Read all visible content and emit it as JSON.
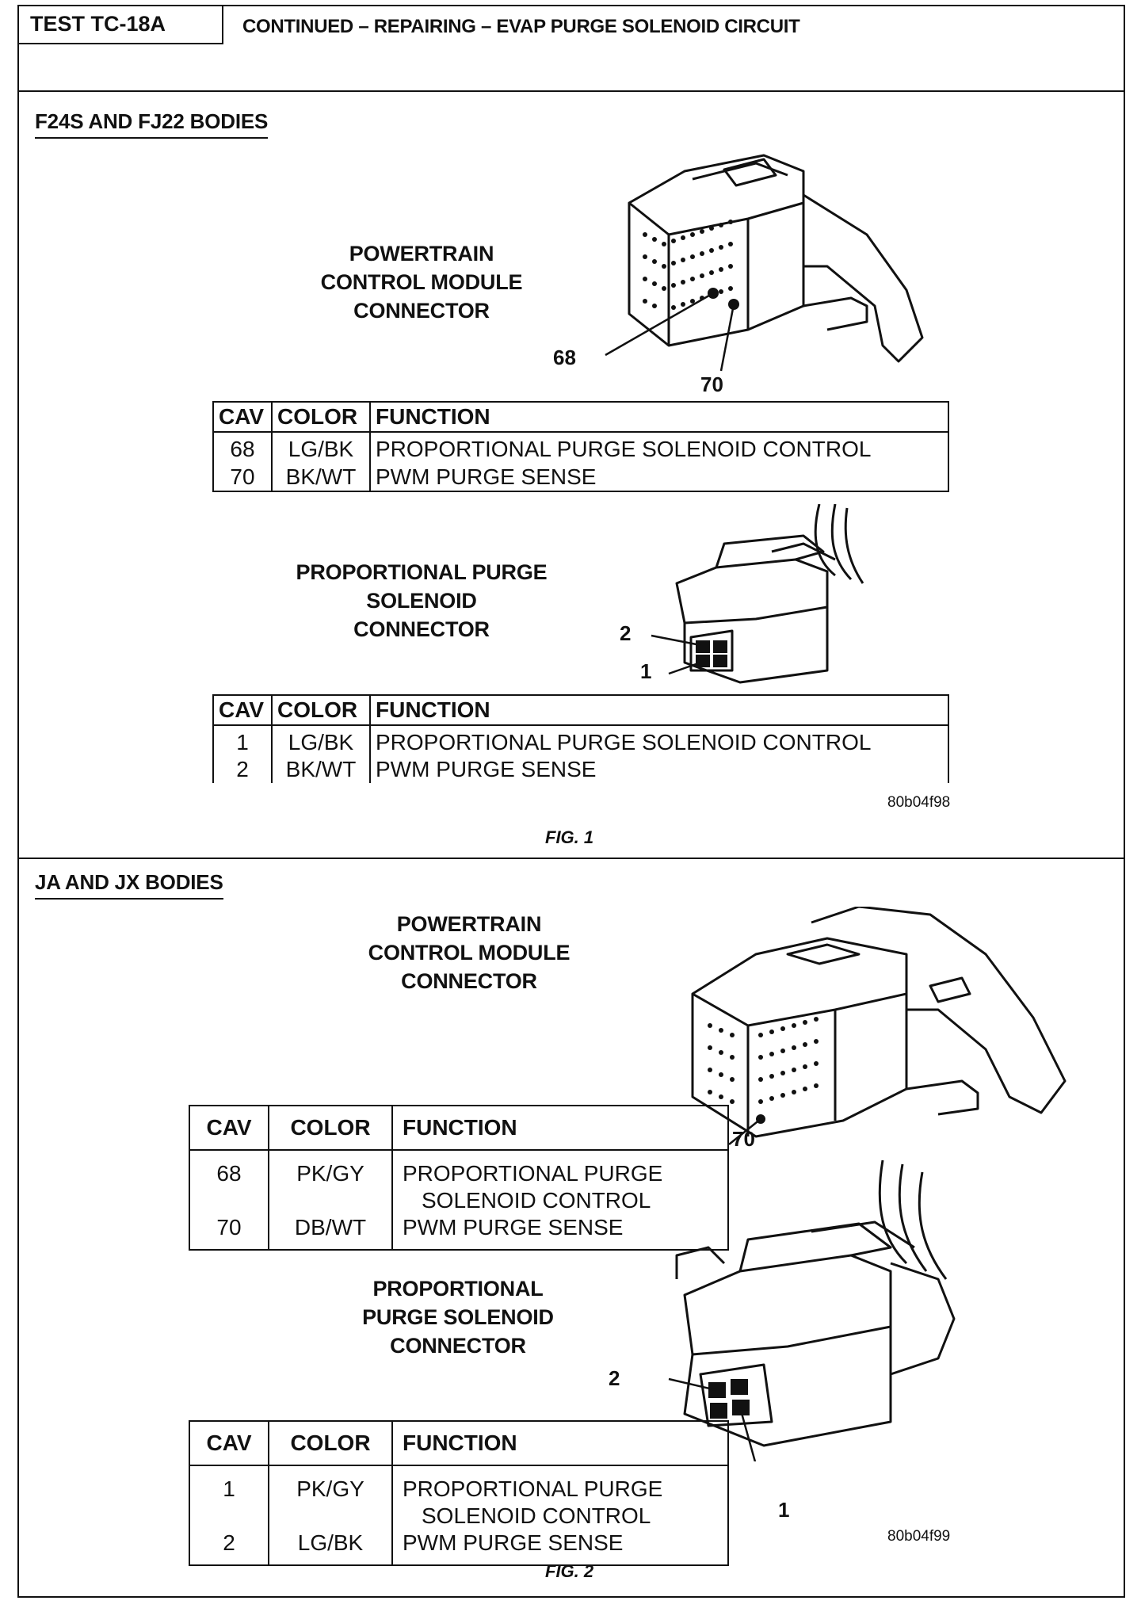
{
  "header": {
    "test_id": "TEST TC-18A",
    "title": "CONTINUED – REPAIRING – EVAP PURGE SOLENOID CIRCUIT"
  },
  "section1": {
    "title": "F24S AND FJ22 BODIES",
    "pcm_label": [
      "POWERTRAIN",
      "CONTROL MODULE",
      "CONNECTOR"
    ],
    "pcm_pins": [
      "68",
      "70"
    ],
    "pcm_table": {
      "headers": [
        "CAV",
        "COLOR",
        "FUNCTION"
      ],
      "rows": [
        [
          "68",
          "LG/BK",
          "PROPORTIONAL PURGE SOLENOID CONTROL"
        ],
        [
          "70",
          "BK/WT",
          "PWM PURGE SENSE"
        ]
      ]
    },
    "solenoid_label": [
      "PROPORTIONAL PURGE",
      "SOLENOID",
      "CONNECTOR"
    ],
    "solenoid_pins": [
      "2",
      "1"
    ],
    "solenoid_table": {
      "headers": [
        "CAV",
        "COLOR",
        "FUNCTION"
      ],
      "rows": [
        [
          "1",
          "LG/BK",
          "PROPORTIONAL PURGE SOLENOID CONTROL"
        ],
        [
          "2",
          "BK/WT",
          "PWM PURGE SENSE"
        ]
      ]
    },
    "fig_code": "80b04f98",
    "fig_caption": "FIG. 1"
  },
  "section2": {
    "title": "JA AND JX BODIES",
    "pcm_label": [
      "POWERTRAIN",
      "CONTROL MODULE",
      "CONNECTOR"
    ],
    "pcm_pin": "70",
    "pcm_table": {
      "headers": [
        "CAV",
        "COLOR",
        "FUNCTION"
      ],
      "rows": [
        [
          "68",
          "PK/GY",
          "PROPORTIONAL PURGE",
          "SOLENOID CONTROL"
        ],
        [
          "70",
          "DB/WT",
          "PWM PURGE SENSE",
          ""
        ]
      ]
    },
    "solenoid_label": [
      "PROPORTIONAL",
      "PURGE SOLENOID",
      "CONNECTOR"
    ],
    "solenoid_pins": [
      "2",
      "1"
    ],
    "solenoid_table": {
      "headers": [
        "CAV",
        "COLOR",
        "FUNCTION"
      ],
      "rows": [
        [
          "1",
          "PK/GY",
          "PROPORTIONAL PURGE",
          "SOLENOID CONTROL"
        ],
        [
          "2",
          "LG/BK",
          "PWM PURGE SENSE",
          ""
        ]
      ]
    },
    "fig_code": "80b04f99",
    "fig_caption": "FIG. 2"
  }
}
